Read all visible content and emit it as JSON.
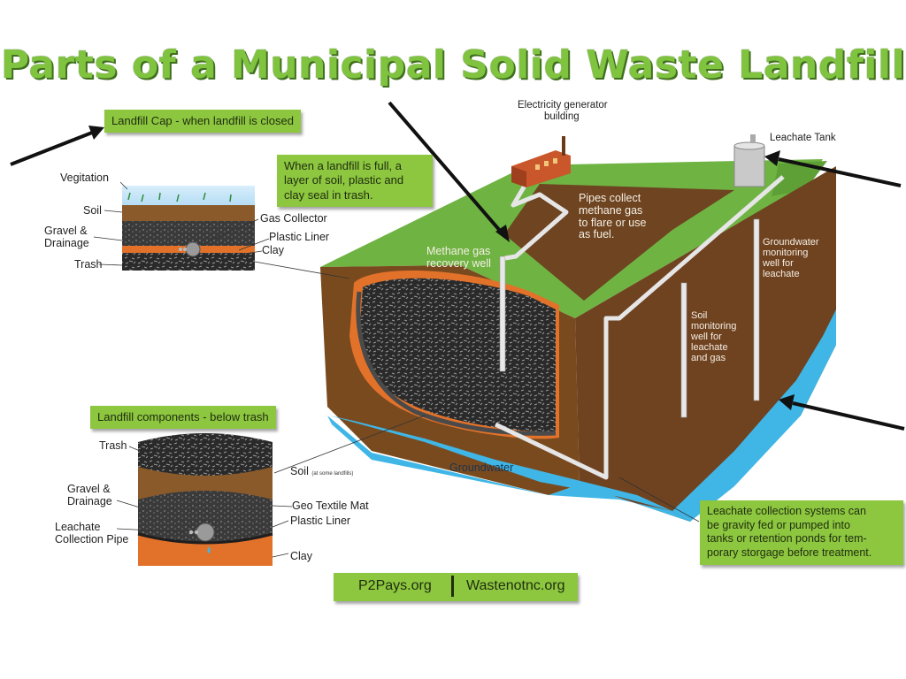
{
  "title": "Parts of a Municipal Solid Waste Landfill",
  "cap_box": "Landfill Cap - when landfill is closed",
  "cap_note": [
    "When a landfill is full, a",
    "layer of soil, plastic and",
    "clay seal in trash."
  ],
  "cap_labels": {
    "vegetation": "Vegitation",
    "soil": "Soil",
    "gravel": [
      "Gravel &",
      "Drainage"
    ],
    "trash": "Trash",
    "gas_collector": "Gas Collector",
    "plastic_liner": "Plastic Liner",
    "clay": "Clay"
  },
  "components_box": "Landfill components - below trash",
  "comp_labels": {
    "trash": "Trash",
    "soil": "Soil",
    "soil_note": "(at some landfills)",
    "gravel": [
      "Gravel &",
      "Drainage"
    ],
    "leachate_pipe": [
      "Leachate",
      "Collection Pipe"
    ],
    "geo_mat": "Geo Textile Mat",
    "plastic_liner": "Plastic Liner",
    "clay": "Clay"
  },
  "diagram_labels": {
    "generator": [
      "Electricity generator",
      "building"
    ],
    "leachate_tank": "Leachate Tank",
    "pipes": [
      "Pipes collect",
      "methane gas",
      "to flare or use",
      "as fuel."
    ],
    "methane_well": [
      "Methane gas",
      "recovery well"
    ],
    "groundwater_well": [
      "Groundwater",
      "monitoring",
      "well for",
      "leachate"
    ],
    "soil_well": [
      "Soil",
      "monitoring",
      "well for",
      "leachate",
      "and gas"
    ],
    "groundwater": "Groundwater"
  },
  "leachate_note": [
    "Leachate collection systems can",
    "be gravity fed or pumped into",
    "tanks or retention ponds for tem-",
    "porary storgage before treatment."
  ],
  "footer": {
    "left": "P2Pays.org",
    "right": "Wastenotnc.org"
  },
  "colors": {
    "title_green": "#7fc33f",
    "box_green": "#8dc63f",
    "soil_brown": "#7a4a1f",
    "water_blue": "#3fb6e6",
    "clay_orange": "#e2722a"
  }
}
